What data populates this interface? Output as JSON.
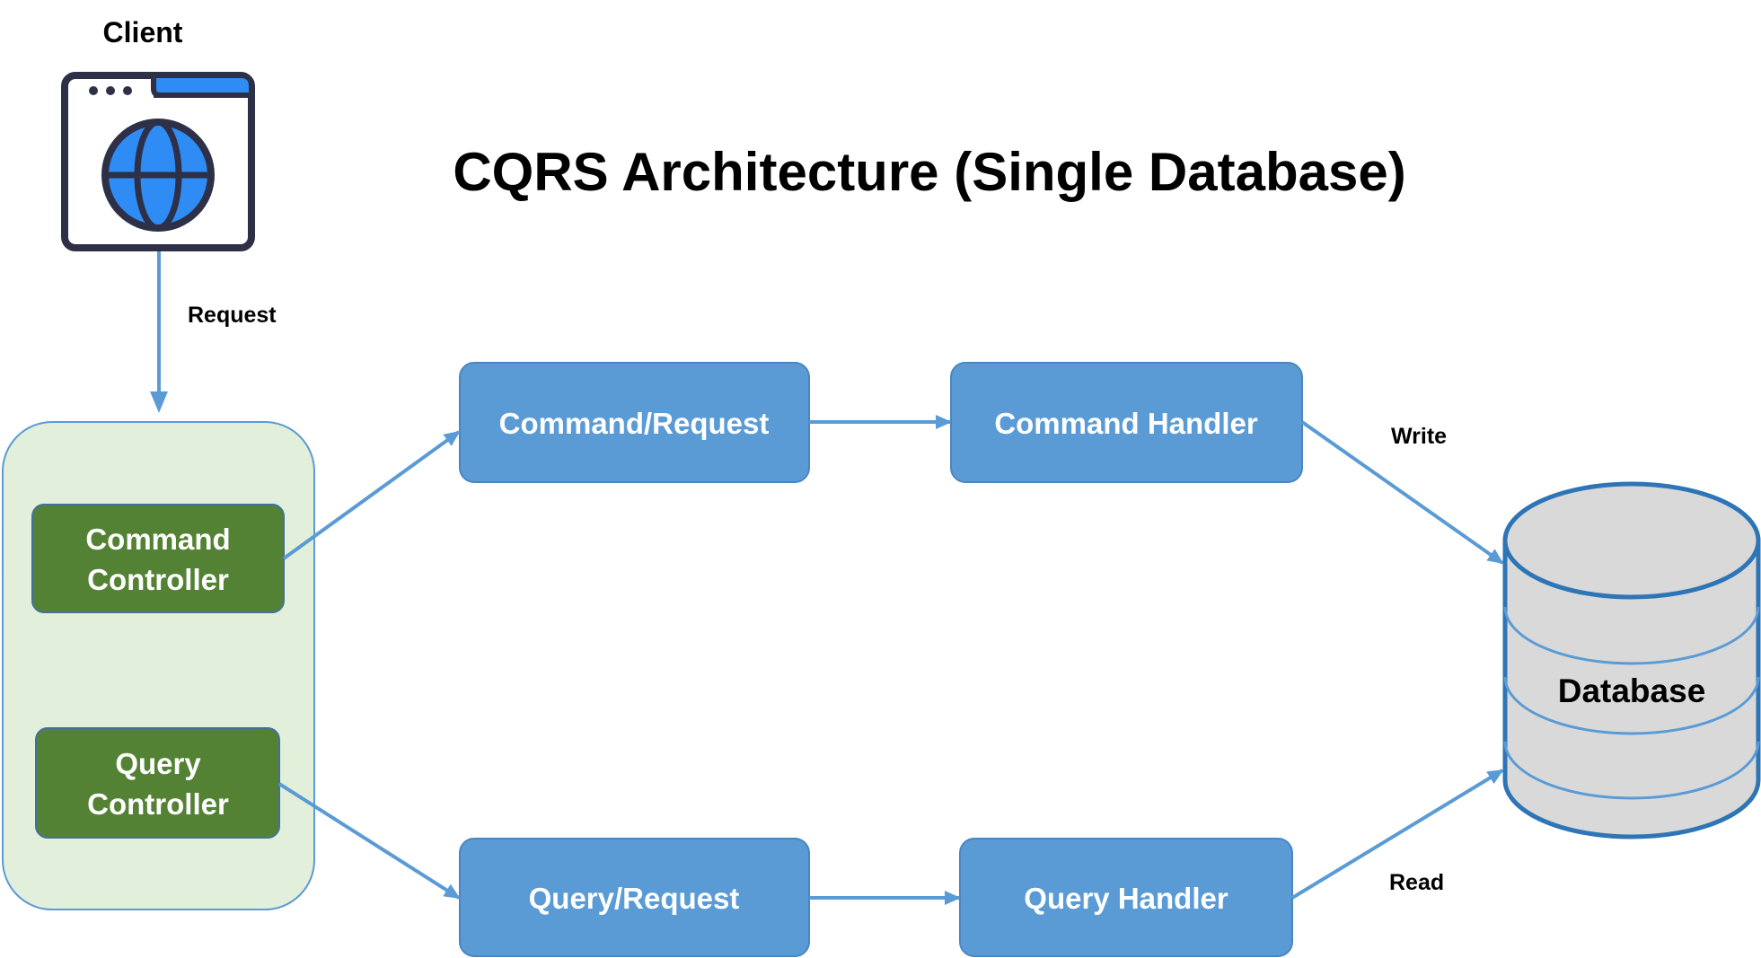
{
  "title": "CQRS Architecture (Single Database)",
  "client": {
    "label": "Client",
    "icon": "browser-globe-icon"
  },
  "edges": {
    "request_label": "Request",
    "write_label": "Write",
    "read_label": "Read"
  },
  "controllers": {
    "command": [
      "Command",
      "Controller"
    ],
    "query": [
      "Query",
      "Controller"
    ]
  },
  "boxes": {
    "command_request": "Command/Request",
    "command_handler": "Command Handler",
    "query_request": "Query/Request",
    "query_handler": "Query Handler"
  },
  "database": {
    "label": "Database"
  },
  "colors": {
    "box_blue": "#5b9bd5",
    "controller_green": "#548235",
    "container_green": "#e2efda",
    "connector": "#5b9bd5",
    "database_fill": "#d9d9d9",
    "database_stroke": "#2e75b6",
    "icon_dark": "#2d3047",
    "icon_blue": "#2f8cf5"
  }
}
